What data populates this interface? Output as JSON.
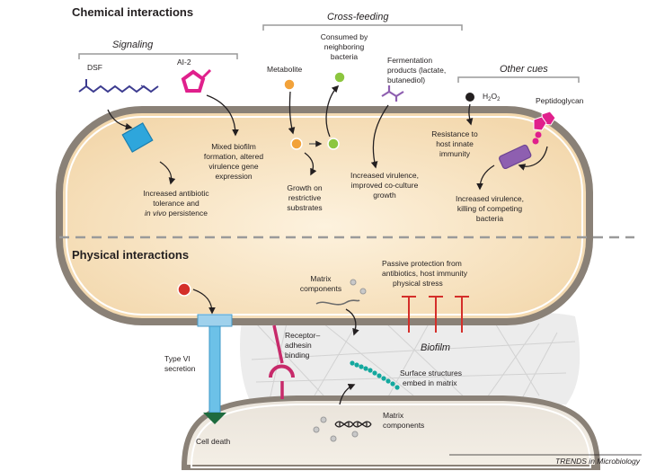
{
  "sections": {
    "chemical": "Chemical interactions",
    "physical": "Physical interactions"
  },
  "categories": {
    "signaling": "Signaling",
    "cross_feeding": "Cross-feeding",
    "other_cues": "Other cues"
  },
  "labels": {
    "dsf": "DSF",
    "ai2": "AI-2",
    "metabolite": "Metabolite",
    "consumed_1": "Consumed by",
    "consumed_2": "neighboring",
    "consumed_3": "bacteria",
    "ferm_1": "Fermentation",
    "ferm_2": "products (lactate,",
    "ferm_3": "butanediol)",
    "h2o2_base": "H",
    "h2o2_sub1": "2",
    "h2o2_mid": "O",
    "h2o2_sub2": "2",
    "peptidoglycan": "Peptidoglycan",
    "mixed_1": "Mixed biofilm",
    "mixed_2": "formation, altered",
    "mixed_3": "virulence gene",
    "mixed_4": "expression",
    "tol_1": "Increased antibiotic",
    "tol_2": "tolerance and",
    "tol_3a": "in vivo",
    "tol_3b": " persistence",
    "growth_1": "Growth on",
    "growth_2": "restrictive",
    "growth_3": "substrates",
    "vir_1": "Increased virulence,",
    "vir_2": "improved co-culture",
    "vir_3": "growth",
    "resist_1": "Resistance to",
    "resist_2": "host innate",
    "resist_3": "immunity",
    "kill_1": "Increased virulence,",
    "kill_2": "killing of competing",
    "kill_3": "bacteria",
    "passive_1": "Passive protection from",
    "passive_2": "antibiotics, host immunity",
    "passive_3": "physical stress",
    "matrix_top_1": "Matrix",
    "matrix_top_2": "components",
    "receptor_1": "Receptor–",
    "receptor_2": "adhesin",
    "receptor_3": "binding",
    "biofilm": "Biofilm",
    "surface_1": "Surface structures",
    "surface_2": "embed in matrix",
    "t6_1": "Type VI",
    "t6_2": "secretion",
    "matrix_bot_1": "Matrix",
    "matrix_bot_2": "components",
    "cell_death": "Cell death",
    "credit": "TRENDS in Microbiology"
  },
  "colors": {
    "cell_fill": "#f8e3bf",
    "cell_outline": "#8a8177",
    "orange": "#f2a23a",
    "green": "#8cc63f",
    "purple_mol": "#3c3b8f",
    "pink": "#e0208c",
    "receptor_blue": "#2ea6dc",
    "violet": "#8e5fb0",
    "teal": "#13a89e",
    "red": "#d42f2a",
    "divider": "#9a9a9a"
  }
}
